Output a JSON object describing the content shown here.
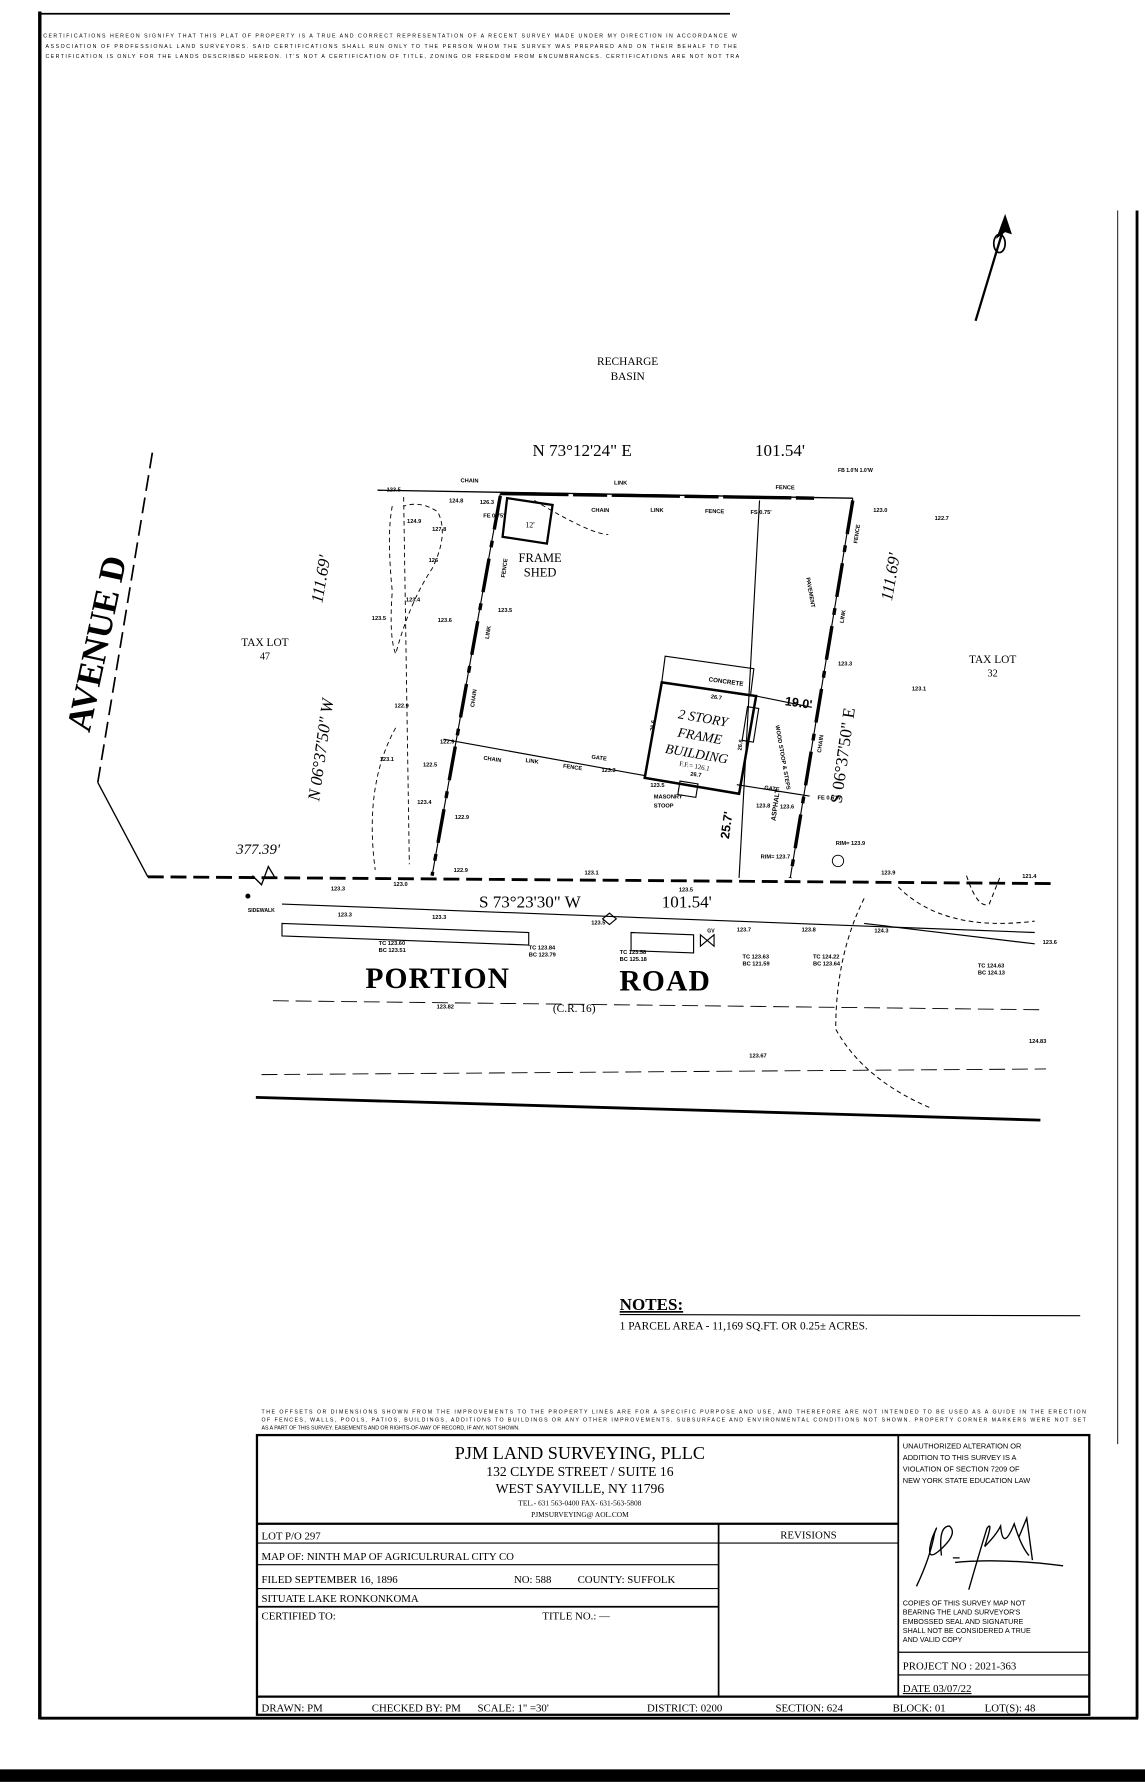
{
  "certification_text": [
    "CERTIFICATIONS HEREON SIGNIFY THAT THIS PLAT OF PROPERTY IS A TRUE AND CORRECT REPRESENTATION OF A RECENT SURVEY MADE UNDER MY DIRECTION IN ACCORDANCE W",
    "ASSOCIATION OF PROFESSIONAL LAND SURVEYORS. SAID CERTIFICATIONS SHALL RUN ONLY TO THE PERSON WHOM THE SURVEY WAS PREPARED AND ON THEIR BEHALF TO THE",
    "CERTIFICATION IS ONLY FOR THE LANDS DESCRIBED HEREON. IT'S NOT A CERTIFICATION OF TITLE, ZONING OR FREEDOM FROM ENCUMBRANCES. CERTIFICATIONS ARE NOT NOT TRA"
  ],
  "map": {
    "north_arrow_icon": "north-arrow",
    "recharge_basin": [
      "RECHARGE",
      "BASIN"
    ],
    "north_bearing": "N 73°12'24\" E",
    "north_distance": "101.54'",
    "south_bearing": "S 73°23'30\" W",
    "south_distance": "101.54'",
    "west_bearing": "N 06°37'50\" W",
    "east_bearing": "S 06°37'50\" E",
    "west_distance": "111.69'",
    "east_distance": "111.69'",
    "corner_distance": "377.39'",
    "avenue": "AVENUE D",
    "road_word1": "PORTION",
    "road_word2": "ROAD",
    "road_number": "(C.R. 16)",
    "tax_lot_west": [
      "TAX LOT",
      "47"
    ],
    "tax_lot_east": [
      "TAX LOT",
      "32"
    ],
    "shed": [
      "FRAME",
      "SHED"
    ],
    "shed_dim": "12'",
    "building": [
      "2 STORY",
      "FRAME",
      "BUILDING"
    ],
    "building_ff": "F.F.= 126.1",
    "labels": [
      "CHAIN",
      "LINK",
      "FENCE",
      "CHAIN",
      "LINK",
      "FENCE",
      "FENCE",
      "LINK",
      "CHAIN",
      "CHAIN",
      "LINK",
      "FENCE",
      "GATE",
      "FENCE",
      "LINK",
      "CHAIN",
      "GATE",
      "CONCRETE",
      "26.7",
      "26.7",
      "26.6",
      "26.6",
      "WOOD STOOP & STEPS",
      "PAVEMENT",
      "19.0'",
      "25.7'",
      "ASPHALT",
      "MASONRY",
      "STOOP",
      "SIDEWALK",
      "123.5",
      "124.9",
      "127.8",
      "124.8",
      "126.3",
      "FE 0.75'",
      "126",
      "123.4",
      "123.5",
      "123.6",
      "123.5",
      "FS 0.75'",
      "FB 1.0'N 1.0'W",
      "123.0",
      "122.7",
      "123.3",
      "123.1",
      "122.9",
      "122.9",
      "123.1",
      "122.5",
      "123.4",
      "122.9",
      "123.3",
      "123.5",
      "123.8",
      "123.6",
      "FE 0.6'W",
      "RIM= 123.7",
      "RIM= 123.9",
      "122.9",
      "123.1",
      "123.9",
      "121.4",
      "123.3",
      "123.0",
      "123.5",
      "123.3",
      "123.3",
      "123.5",
      "123.7",
      "123.8",
      "124.3",
      "123.6",
      "TC 123.60",
      "BC 123.51",
      "TC 123.84",
      "BC 123.79",
      "TC 123.58",
      "BC 125.18",
      "TC 123.63",
      "BC 121.59",
      "TC 124.22",
      "BC 123.64",
      "TC 124.63",
      "BC 124.13",
      "123.82",
      "123.67",
      "124.83",
      "GV"
    ]
  },
  "notes": {
    "heading": "NOTES:",
    "items": [
      "1  PARCEL AREA - 11,169 SQ.FT. OR 0.25± ACRES."
    ]
  },
  "disclaimer": [
    "THE OFFSETS OR DIMENSIONS SHOWN FROM THE IMPROVEMENTS TO THE PROPERTY LINES ARE FOR A SPECIFIC PURPOSE AND USE, AND THEREFORE ARE NOT INTENDED TO BE USED AS A GUIDE IN THE ERECTION",
    "OF FENCES, WALLS, POOLS, PATIOS, BUILDINGS, ADDITIONS TO BUILDINGS OR ANY OTHER IMPROVEMENTS. SUBSURFACE AND ENVIRONMENTAL CONDITIONS NOT SHOWN. PROPERTY CORNER MARKERS WERE NOT SET",
    "AS A PART OF THIS SURVEY. EASEMENTS AND OR RIGHTS-OF-WAY OF RECORD, IF ANY, NOT SHOWN."
  ],
  "title_block": {
    "company": "PJM LAND SURVEYING, PLLC",
    "address1": "132 CLYDE STREET / SUITE 16",
    "address2": "WEST SAYVILLE, NY 11796",
    "phone": "TEL.- 631 563-0400     FAX- 631-563-5808",
    "email": "PJMSURVEYING@ AOL.COM",
    "lot": "LOT  P/O 297",
    "map_of": "MAP OF: NINTH MAP OF AGRICULRURAL CITY CO",
    "filed": "FILED  SEPTEMBER 16, 1896",
    "filed_no": "NO: 588",
    "county": "COUNTY: SUFFOLK",
    "situate": "SITUATE  LAKE RONKONKOMA",
    "certified_to": "CERTIFIED TO:",
    "title_no": "TITLE NO.: —",
    "revisions": "REVISIONS",
    "warning": [
      "UNAUTHORIZED ALTERATION OR",
      "ADDITION TO THIS SURVEY IS A",
      "VIOLATION OF SECTION 7209 OF",
      "NEW YORK STATE EDUCATION LAW"
    ],
    "copies_notice": [
      "COPIES OF THIS SURVEY MAP NOT",
      "BEARING THE LAND SURVEYOR'S",
      "EMBOSSED SEAL AND SIGNATURE",
      "SHALL NOT BE CONSIDERED A TRUE",
      "AND VALID COPY"
    ],
    "project_no": "PROJECT NO : 2021-363",
    "date": "DATE  03/07/22",
    "drawn": "DRAWN: PM",
    "checked": "CHECKED BY: PM",
    "scale": "SCALE: 1\" =30'",
    "district": "DISTRICT: 0200",
    "section": "SECTION: 624",
    "block": "BLOCK: 01",
    "lots": "LOT(S): 48"
  }
}
